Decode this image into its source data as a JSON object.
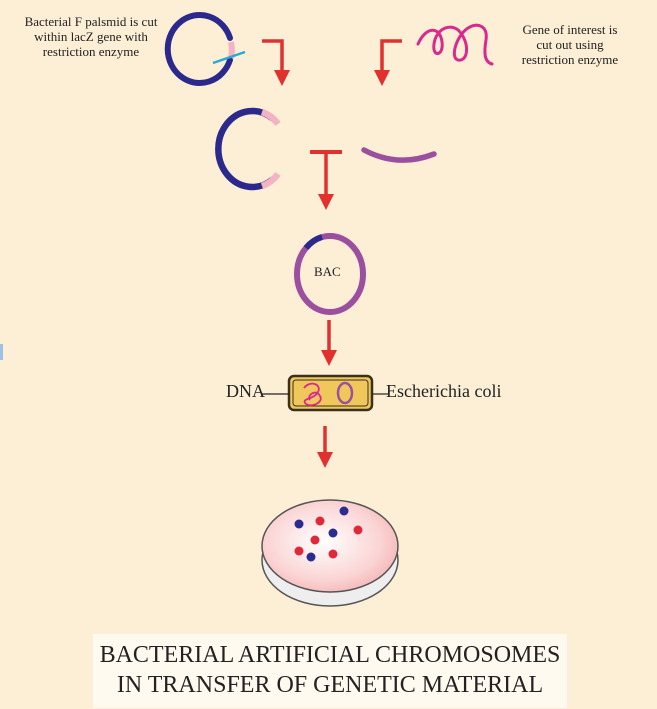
{
  "labels": {
    "plasmid_cut": "Bacterial F palsmid is cut\nwithin lacZ gene with\nrestriction enzyme",
    "gene_cut": "Gene of interest is\ncut out using\nrestriction enzyme",
    "bac": "BAC",
    "dna": "DNA",
    "ecoli": "Escherichia coli"
  },
  "title": {
    "line1": "BACTERIAL ARTIFICIAL CHROMOSOMES",
    "line2": "IN TRANSFER OF GENETIC MATERIAL"
  },
  "colors": {
    "background": "#fdefd6",
    "plasmid": "#2b2a8c",
    "insert_site": "#f4b3c2",
    "gene": "#d9298f",
    "gene_cut": "#9b4f9f",
    "arrow": "#e0312f",
    "cell": "#f0c75a",
    "colony_red": "#e0283a",
    "colony_blue": "#2a2c8f"
  },
  "icons": [
    "plasmid-icon",
    "gene-icon",
    "bac-icon",
    "ecoli-cell-icon",
    "petri-dish-icon"
  ]
}
